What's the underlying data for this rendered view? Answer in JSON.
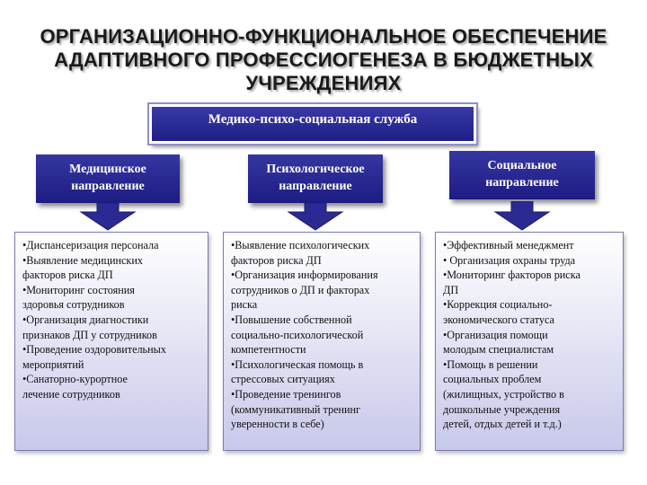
{
  "title": {
    "line1": "ОРГАНИЗАЦИОННО-ФУНКЦИОНАЛЬНОЕ ОБЕСПЕЧЕНИЕ",
    "line2": "АДАПТИВНОГО ПРОФЕССИОГЕНЕЗА В БЮДЖЕТНЫХ",
    "line3": "УЧРЕЖДЕНИЯХ"
  },
  "top_box": "Медико-психо-социальная служба",
  "directions": [
    {
      "line1": "Медицинское",
      "line2": "направление",
      "items": [
        "•Диспансеризация персонала",
        "•Выявление медицинских",
        "факторов риска ДП",
        "•Мониторинг состояния",
        "здоровья сотрудников",
        "•Организация диагностики",
        "признаков ДП у сотрудников",
        "•Проведение оздоровительных",
        "мероприятий",
        "•Санаторно-курортное",
        "лечение сотрудников"
      ]
    },
    {
      "line1": "Психологическое",
      "line2": "направление",
      "items": [
        "•Выявление психологических",
        "факторов риска ДП",
        "•Организация информирования",
        "сотрудников о ДП и факторах",
        "риска",
        "•Повышение собственной",
        "социально-психологической",
        "компетентности",
        "•Психологическая помощь в",
        "стрессовых ситуациях",
        "•Проведение тренингов",
        "(коммуникативный тренинг",
        "уверенности в себе)"
      ]
    },
    {
      "line1": "Социальное",
      "line2": "направление",
      "items": [
        "•Эффективный менеджмент",
        "• Организация охраны труда",
        "•Мониторинг факторов риска",
        "ДП",
        "•Коррекция социально-",
        "экономического статуса",
        "•Организация помощи",
        "молодым специалистам",
        "•Помощь в решении",
        "социальных проблем",
        "(жилищных, устройство в",
        "дошкольные учреждения",
        "детей, отдых детей и т.д.)"
      ]
    }
  ],
  "colors": {
    "box_fill": "#28289a",
    "panel_border": "#7a7ab4",
    "arrow_fill": "#2a2a92"
  }
}
